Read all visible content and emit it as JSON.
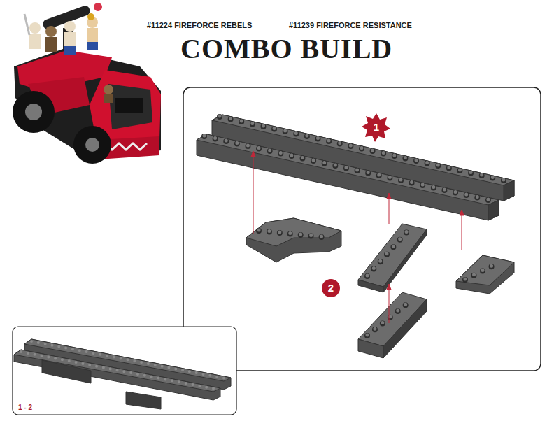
{
  "diagram": {
    "title": "COMBO BUILD",
    "labels": [
      "#11224 FIREFORCE REBELS",
      "#11239 FIREFORCE RESISTANCE",
      "1",
      "2",
      "1 - 2"
    ]
  }
}
